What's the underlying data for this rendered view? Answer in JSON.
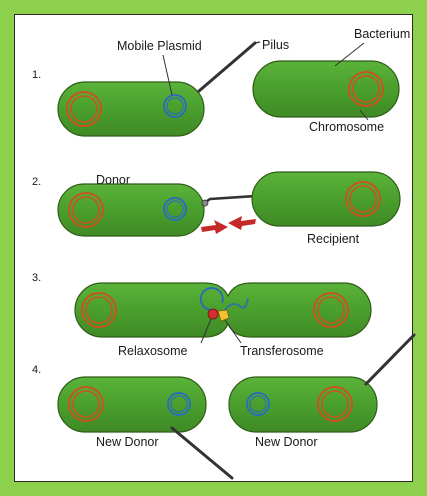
{
  "steps": [
    "1.",
    "2.",
    "3.",
    "4."
  ],
  "labels": {
    "mobile_plasmid": "Mobile Plasmid",
    "pilus": "Pilus",
    "bacterium": "Bacterium",
    "chromosome": "Chromosome",
    "donor": "Donor",
    "recipient": "Recipient",
    "relaxosome": "Relaxosome",
    "transferosome": "Transferosome",
    "new_donor_left": "New Donor",
    "new_donor_right": "New Donor"
  },
  "colors": {
    "frame": "#8cd04c",
    "cell_fill": "#4fa52f",
    "cell_stroke": "#2f5d17",
    "chromosome": "#c8541e",
    "plasmid": "#2a6fb6",
    "pilus": "#333333",
    "arrow": "#c62828"
  }
}
